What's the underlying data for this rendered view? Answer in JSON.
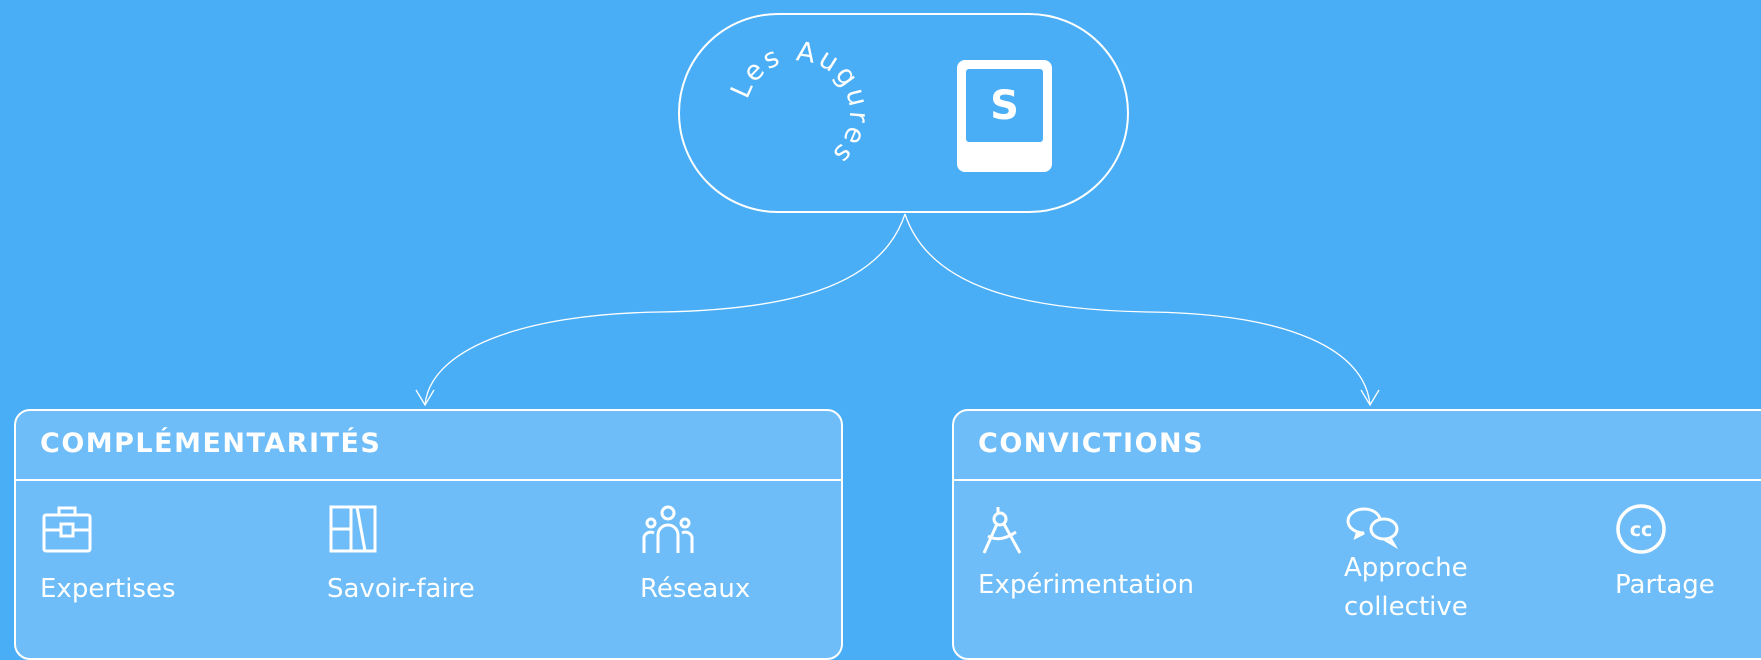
{
  "logo": {
    "circular_text": "Les Augures",
    "tile_letter": "S"
  },
  "cards": [
    {
      "title": "COMPLÉMENTARITÉS",
      "items": [
        {
          "icon": "briefcase-icon",
          "label": "Expertises"
        },
        {
          "icon": "layout-panels-icon",
          "label": "Savoir-faire"
        },
        {
          "icon": "people-group-icon",
          "label": "Réseaux"
        }
      ]
    },
    {
      "title": "CONVICTIONS",
      "items": [
        {
          "icon": "drawing-compass-icon",
          "label": "Expérimentation"
        },
        {
          "icon": "chat-bubbles-icon",
          "label": "Approche\ncollective"
        },
        {
          "icon": "creative-commons-icon",
          "label": "Partage"
        }
      ]
    }
  ],
  "colors": {
    "background": "#4aaef6",
    "card_fill": "#6ebdf8",
    "line": "#ffffff"
  }
}
